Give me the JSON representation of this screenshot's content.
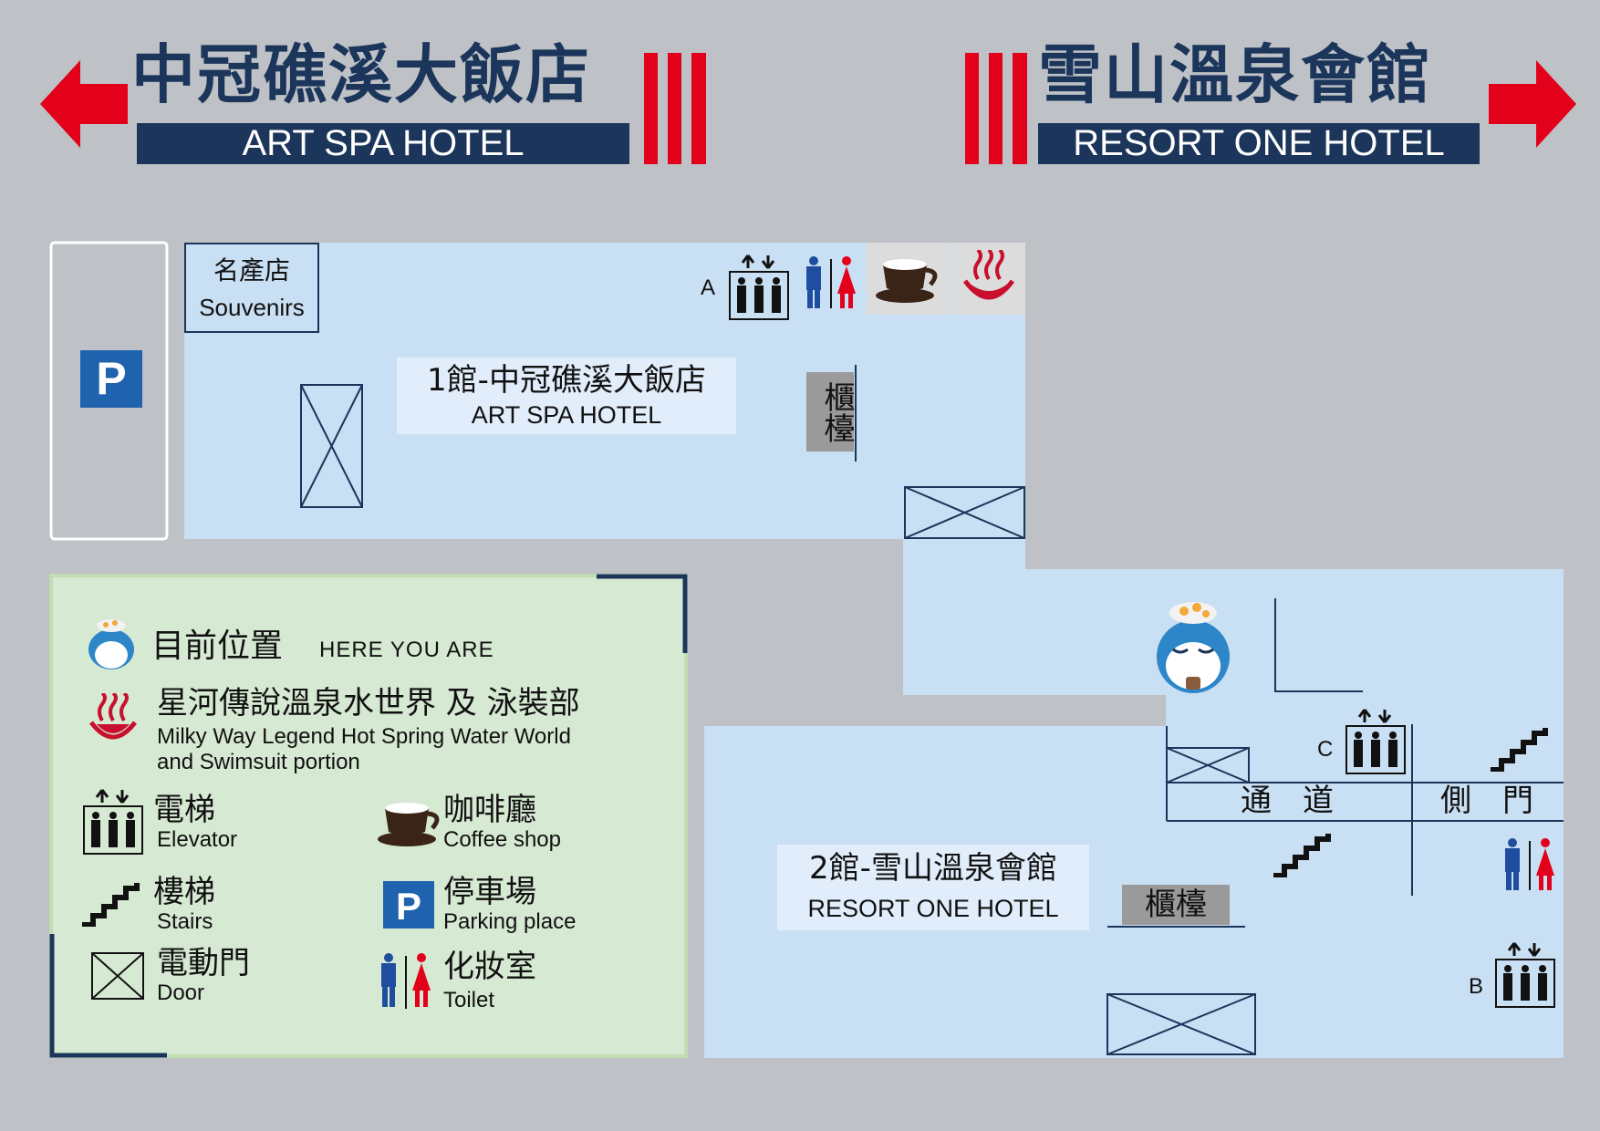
{
  "header": {
    "left": {
      "title_zh": "中冠礁溪大飯店",
      "title_en": "ART SPA HOTEL",
      "arrow_icon": "arrow-left-icon"
    },
    "right": {
      "title_zh": "雪山溫泉會館",
      "title_en": "RESORT ONE HOTEL",
      "arrow_icon": "arrow-right-icon"
    },
    "colors": {
      "brand_red": "#e3001b",
      "brand_navy": "#1b355b"
    }
  },
  "map": {
    "souvenirs": {
      "label_zh": "名產店",
      "label_en": "Souvenirs"
    },
    "building1": {
      "label_zh": "1館-中冠礁溪大飯店",
      "label_en": "ART SPA HOTEL",
      "counter": "櫃檯"
    },
    "building2": {
      "label_zh": "2館-雪山溫泉會館",
      "label_en": "RESORT ONE HOTEL",
      "counter": "櫃檯"
    },
    "passage": "通　道",
    "side_door": "側　門",
    "elevator_markers": [
      "A",
      "B",
      "C"
    ],
    "parking_icon": "parking-icon",
    "colors": {
      "floor": "#c9dff3",
      "legend_bg": "#d6e9d2",
      "icon_blue": "#1f4ea1",
      "icon_red": "#e3001b"
    }
  },
  "legend": {
    "here": {
      "zh": "目前位置",
      "en": "HERE YOU ARE",
      "icon": "mascot-icon"
    },
    "spring": {
      "zh": "星河傳說溫泉水世界 及 泳裝部",
      "en1": "Milky Way Legend Hot Spring Water World",
      "en2": "and Swimsuit portion",
      "icon": "hot-spring-icon"
    },
    "elevator": {
      "zh": "電梯",
      "en": "Elevator",
      "icon": "elevator-icon"
    },
    "coffee": {
      "zh": "咖啡廳",
      "en": "Coffee shop",
      "icon": "coffee-cup-icon"
    },
    "stairs": {
      "zh": "樓梯",
      "en": "Stairs",
      "icon": "stairs-icon"
    },
    "parking": {
      "zh": "停車場",
      "en": "Parking place",
      "icon": "parking-icon"
    },
    "door": {
      "zh": "電動門",
      "en": "Door",
      "icon": "door-icon"
    },
    "toilet": {
      "zh": "化妝室",
      "en": "Toilet",
      "icon": "toilet-icon"
    }
  }
}
